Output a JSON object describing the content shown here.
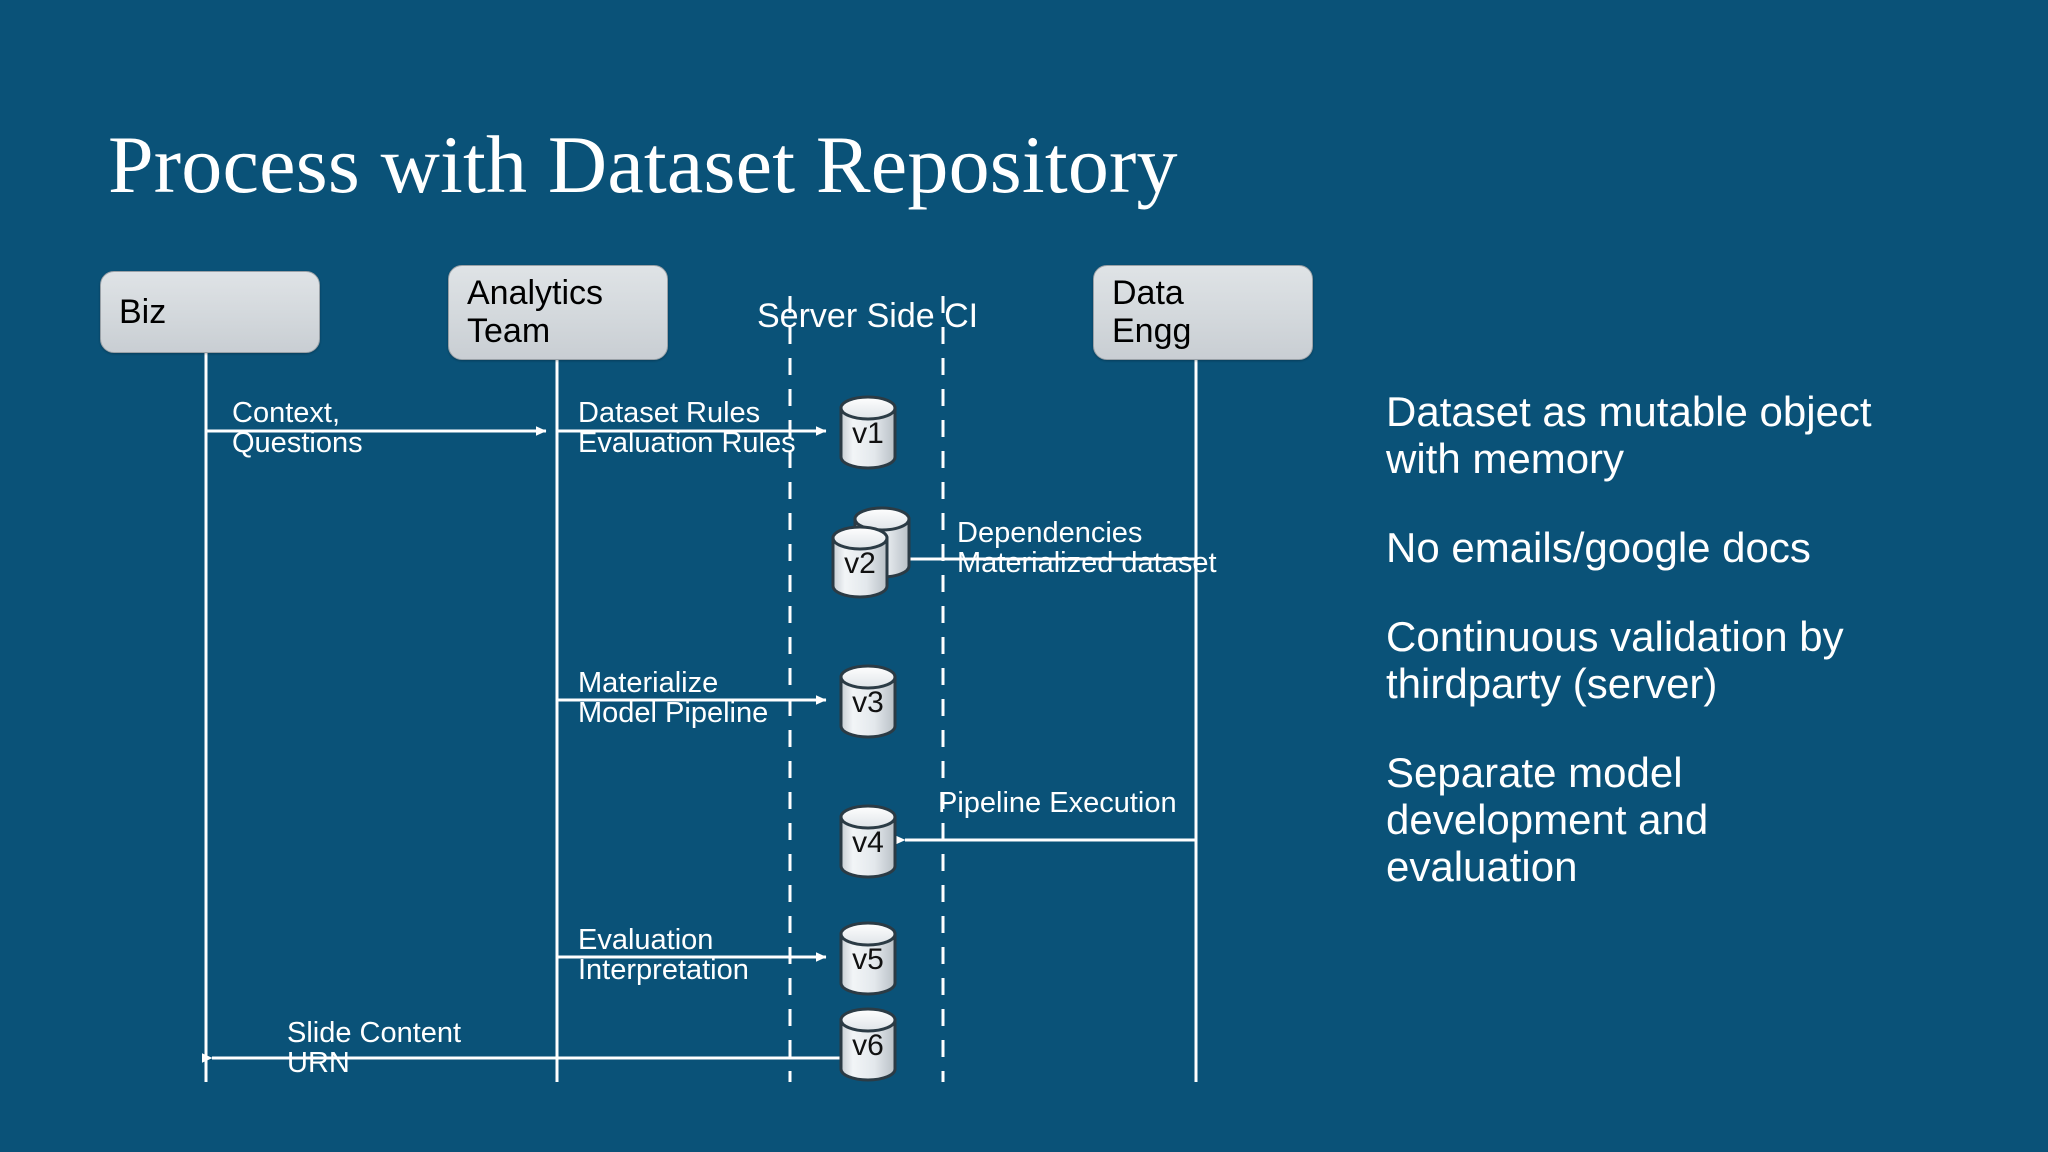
{
  "slide": {
    "title": "Process with Dataset Repository",
    "background_color": "#0a5278",
    "text_color": "#ffffff",
    "box_fill_color": "#d7dbdf",
    "box_text_color": "#000000"
  },
  "actors": [
    {
      "name": "biz",
      "label": "Biz",
      "boxed": true,
      "lines": [
        "Biz"
      ]
    },
    {
      "name": "analytics-team",
      "label": "Analytics Team",
      "boxed": true,
      "lines": [
        "Analytics",
        "Team"
      ]
    },
    {
      "name": "server-side-ci",
      "label": "Server Side CI",
      "boxed": false,
      "lines": [
        "Server Side CI"
      ]
    },
    {
      "name": "data-engg",
      "label": "Data Engg",
      "boxed": true,
      "lines": [
        "Data",
        "Engg"
      ]
    }
  ],
  "messages": [
    {
      "name": "context-questions",
      "line1": "Context,",
      "line2": "Questions",
      "direction": "right"
    },
    {
      "name": "dataset-rules",
      "line1": "Dataset Rules",
      "line2": "Evaluation Rules",
      "direction": "right"
    },
    {
      "name": "dependencies",
      "line1": "Dependencies",
      "line2": "Materialized dataset",
      "direction": "left"
    },
    {
      "name": "materialize",
      "line1": "Materialize",
      "line2": "Model Pipeline",
      "direction": "right"
    },
    {
      "name": "pipeline-execution",
      "line1": "Pipeline  Execution",
      "line2": "",
      "direction": "left"
    },
    {
      "name": "evaluation",
      "line1": "Evaluation",
      "line2": "Interpretation",
      "direction": "right"
    },
    {
      "name": "slide-content-urn",
      "line1": "Slide Content",
      "line2": "URN",
      "direction": "left"
    }
  ],
  "datasets": [
    {
      "name": "dataset-v1",
      "label": "v1",
      "stacked": false
    },
    {
      "name": "dataset-v2",
      "label": "v2",
      "stacked": true
    },
    {
      "name": "dataset-v3",
      "label": "v3",
      "stacked": false
    },
    {
      "name": "dataset-v4",
      "label": "v4",
      "stacked": false
    },
    {
      "name": "dataset-v5",
      "label": "v5",
      "stacked": false
    },
    {
      "name": "dataset-v6",
      "label": "v6",
      "stacked": false
    }
  ],
  "bullets": [
    {
      "name": "bullet-mutable-object",
      "text": "Dataset as mutable object\nwith memory"
    },
    {
      "name": "bullet-no-emails",
      "text": "No emails/google docs"
    },
    {
      "name": "bullet-continuous-validation",
      "text": "Continuous validation by\nthirdparty (server)"
    },
    {
      "name": "bullet-separate-model",
      "text": "Separate model\ndevelopment and\nevaluation"
    }
  ]
}
